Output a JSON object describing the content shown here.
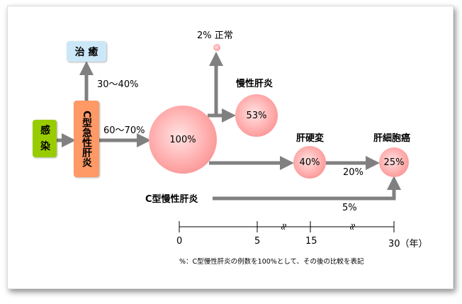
{
  "boxes": {
    "infection": "感 染",
    "acute": "C型急性肝炎",
    "cure": "治 癒"
  },
  "labels": {
    "cure_rate": "30〜40%",
    "chronic_rate": "60〜70%",
    "normal": "2% 正常",
    "chronic_hep": "慢性肝炎",
    "cirrhosis": "肝硬変",
    "hcc": "肝細胞癌",
    "cirr_to_hcc": "20%",
    "chronic_c": "C型慢性肝炎",
    "direct_hcc": "5%"
  },
  "circles": {
    "base": "100%",
    "chronic": "53%",
    "cirrhosis": "40%",
    "hcc": "25%"
  },
  "timeline": {
    "ticks": [
      "0",
      "5",
      "15",
      "30（年）"
    ]
  },
  "footnote": "%：C型慢性肝炎の例数を100%として、その後の比較を表記",
  "colors": {
    "infection": "#99cc00",
    "acute": "#ff9966",
    "cure": "#cce8f8",
    "arrow": "#808080"
  }
}
